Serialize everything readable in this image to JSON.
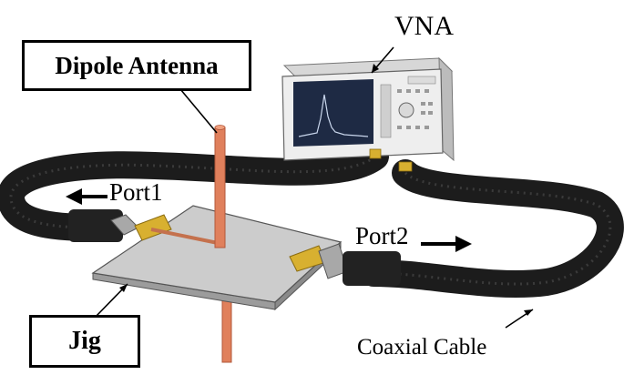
{
  "labels": {
    "dipole_antenna": "Dipole Antenna",
    "vna": "VNA",
    "port1": "Port1",
    "port2": "Port2",
    "jig": "Jig",
    "coaxial_cable": "Coaxial Cable"
  },
  "colors": {
    "cable": "#1c1c1c",
    "cable_highlight": "#3a3a3a",
    "antenna": "#e0805c",
    "jig_plate": "#c8c8c8",
    "connector_gold": "#d8b030",
    "vna_body": "#eeeeee",
    "vna_screen": "#1e2a44",
    "vna_trace": "#c9d6ec"
  }
}
